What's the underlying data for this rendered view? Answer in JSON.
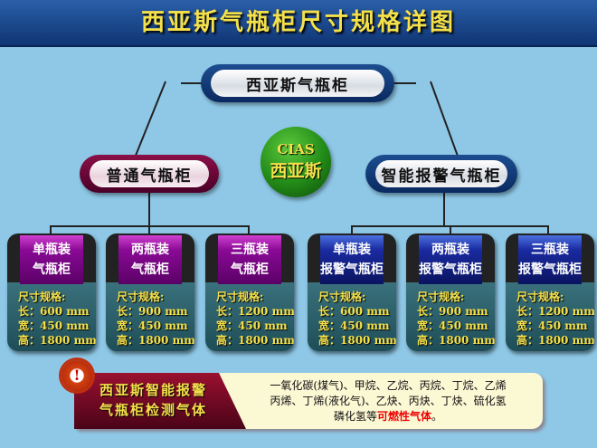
{
  "title": "西亚斯气瓶柜尺寸规格详图",
  "root": "西亚斯气瓶柜",
  "logo": {
    "en": "CIAS",
    "cn": "西亚斯"
  },
  "branches": {
    "left": "普通气瓶柜",
    "right": "智能报警气瓶柜"
  },
  "spec_label": "尺寸规格:",
  "cards": [
    {
      "l1": "单瓶装",
      "l2": "气瓶柜",
      "len": "长：600 mm",
      "wid": "宽：450 mm",
      "hei": "高：1800 mm"
    },
    {
      "l1": "两瓶装",
      "l2": "气瓶柜",
      "len": "长：900 mm",
      "wid": "宽：450 mm",
      "hei": "高：1800 mm"
    },
    {
      "l1": "三瓶装",
      "l2": "气瓶柜",
      "len": "长：1200 mm",
      "wid": "宽：450 mm",
      "hei": "高：1800 mm"
    },
    {
      "l1": "单瓶装",
      "l2": "报警气瓶柜",
      "len": "长：600 mm",
      "wid": "宽：450 mm",
      "hei": "高：1800 mm"
    },
    {
      "l1": "两瓶装",
      "l2": "报警气瓶柜",
      "len": "长：900 mm",
      "wid": "宽：450 mm",
      "hei": "高：1800 mm"
    },
    {
      "l1": "三瓶装",
      "l2": "报警气瓶柜",
      "len": "长：1200 mm",
      "wid": "宽：450 mm",
      "hei": "高：1800 mm"
    }
  ],
  "banner": {
    "title1": "西亚斯智能报警",
    "title2": "气瓶柜检测气体",
    "line1": "一氧化碳(煤气)、甲烷、乙烷、丙烷、丁烷、乙烯",
    "line2": "丙烯、丁烯(液化气)、乙炔、丙炔、丁炔、硫化氢",
    "line3": "磷化氢等",
    "highlight": "可燃性气体",
    "end": "。",
    "icon": "warning-gear-icon"
  }
}
